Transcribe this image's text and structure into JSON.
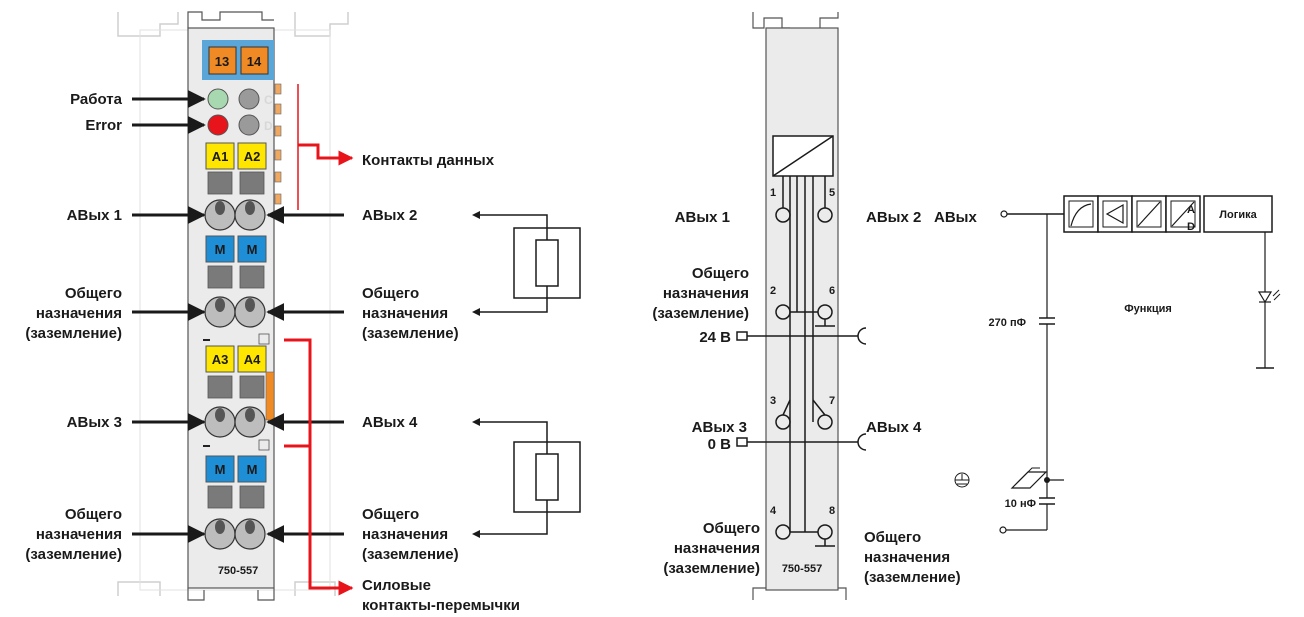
{
  "left": {
    "badges": [
      "13",
      "14"
    ],
    "led_letters": [
      "C",
      "D"
    ],
    "connectors_1": [
      "A1",
      "A2"
    ],
    "connectors_2": [
      "M",
      "M"
    ],
    "connectors_3": [
      "A3",
      "A4"
    ],
    "connectors_4": [
      "M",
      "M"
    ],
    "labels": {
      "run": "Работа",
      "error": "Error",
      "data_contacts": "Контакты данных",
      "aout1": "АВых 1",
      "aout2": "АВых 2",
      "aout3": "АВых 3",
      "aout4": "АВых 4",
      "common_left_1": [
        "Общего",
        "назначения",
        "(заземление)"
      ],
      "common_right_1": [
        "Общего",
        "назначения",
        "(заземление)"
      ],
      "common_left_2": [
        "Общего",
        "назначения",
        "(заземление)"
      ],
      "common_right_2": [
        "Общего",
        "назначения",
        "(заземление)"
      ],
      "power_jumper": [
        "Силовые",
        "контакты-перемычки"
      ]
    },
    "model": "750-557"
  },
  "middle": {
    "pins": [
      "1",
      "2",
      "3",
      "4",
      "5",
      "6",
      "7",
      "8"
    ],
    "labels": {
      "aout1": "АВых 1",
      "aout2": "АВых 2",
      "aout3": "АВых 3",
      "aout4": "АВых 4",
      "v24": "24 В",
      "v0": "0 В",
      "common_1": [
        "Общего",
        "назначения",
        "(заземление)"
      ],
      "common_bl": [
        "Общего",
        "назначения",
        "(заземление)"
      ],
      "common_br": [
        "Общего",
        "назначения",
        "(заземление)"
      ]
    },
    "model": "750-557"
  },
  "right": {
    "aout": "АВых",
    "logic": "Логика",
    "function": "Функция",
    "c1": "270 пФ",
    "c2": "10 нФ",
    "ad_a": "A",
    "ad_d": "D"
  },
  "colors": {
    "badge_orange": "#f08a24",
    "badge_bg": "#5aa6d8",
    "yellow": "#ffe600",
    "blue": "#1e8fd6",
    "led_green": "#a8d8b0",
    "led_red": "#e8141c",
    "arrow_red": "#e8141c"
  }
}
